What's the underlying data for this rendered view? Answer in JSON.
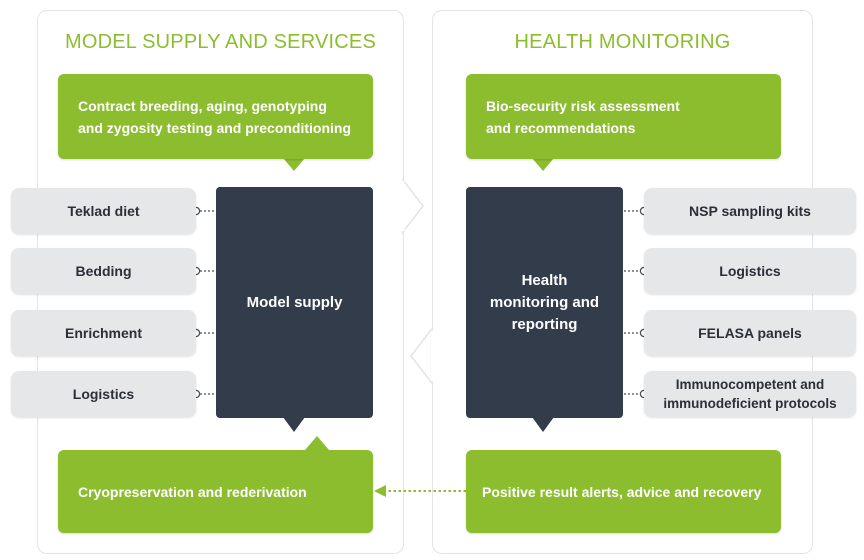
{
  "left": {
    "title": "MODEL SUPPLY AND SERVICES",
    "top_box": "Contract breeding, aging, genotyping and zygosity testing and preconditioning",
    "center_box": "Model supply",
    "items": [
      "Teklad diet",
      "Bedding",
      "Enrichment",
      "Logistics"
    ],
    "bottom_box": "Cryopreservation and rederivation"
  },
  "right": {
    "title": "HEALTH MONITORING",
    "top_box": "Bio-security risk assessment and recommendations",
    "center_box": "Health monitoring and reporting",
    "items": [
      "NSP sampling kits",
      "Logistics",
      "FELASA panels",
      "Immunocompetent and immunodeficient protocols"
    ],
    "bottom_box": "Positive result alerts, advice and recovery"
  },
  "colors": {
    "green": "#8cbd2f",
    "dark": "#323c4b",
    "pill": "#e6e7e9",
    "panel_border": "#e3e4e6"
  }
}
